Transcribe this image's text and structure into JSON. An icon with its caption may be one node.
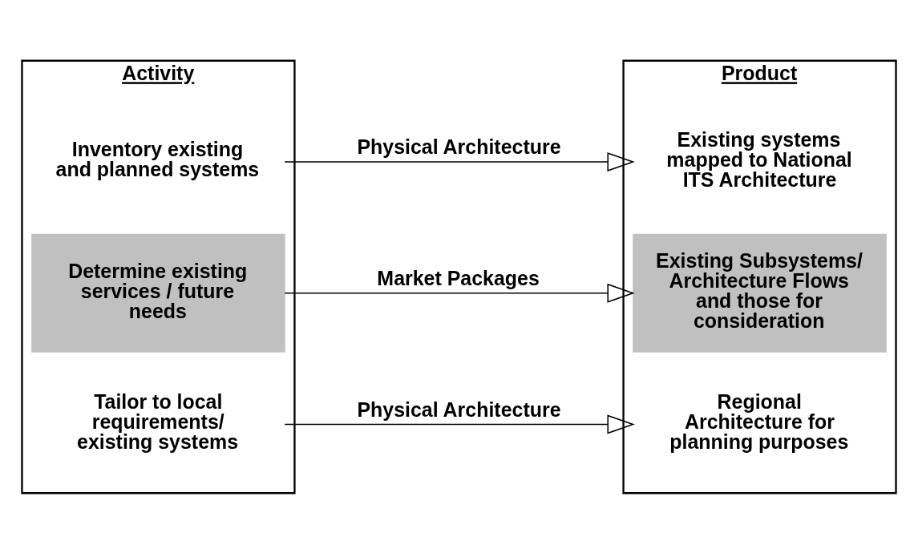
{
  "diagram": {
    "nodes": [
      {
        "text": [
          "Activity"
        ]
      },
      {
        "text": [
          "Inventory existing and planned systems"
        ],
        "in": 0
      },
      {
        "text": [
          "Determine existing services / future needs"
        ],
        "in": 0
      },
      {
        "text": [
          "Tailor to local requirements/ existing systems"
        ],
        "in": 0
      },
      {
        "text": [
          "Product"
        ]
      },
      {
        "text": [
          "Existing systems mapped to National ITS Architecture"
        ],
        "in": 4
      },
      {
        "text": [
          "Existing Subsystems/ Architecture Flows and those for consideration"
        ],
        "in": 4
      },
      {
        "text": [
          "Regional Architecture for planning purposes"
        ],
        "in": 4
      }
    ],
    "edges": [
      {
        "from": 1,
        "to": 5,
        "arrow": "to",
        "label": "Physical Architecture"
      },
      {
        "from": 2,
        "to": 6,
        "arrow": "to",
        "label": "Market Packages"
      },
      {
        "from": 3,
        "to": 7,
        "arrow": "to",
        "label": "Physical Architecture"
      }
    ]
  }
}
